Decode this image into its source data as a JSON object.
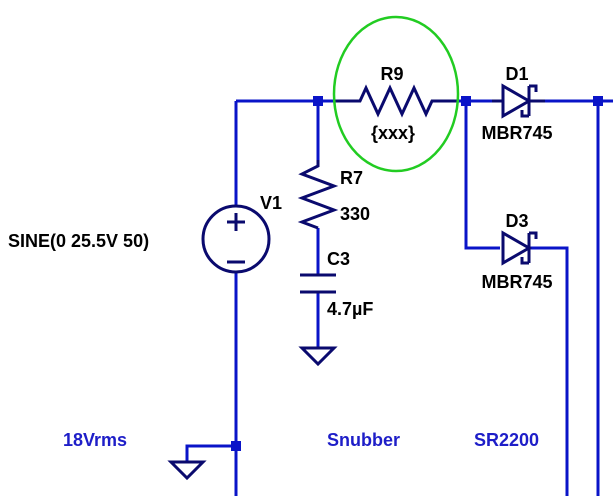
{
  "components": {
    "r9": {
      "ref": "R9",
      "value": "{xxx}"
    },
    "d1": {
      "ref": "D1",
      "value": "MBR745"
    },
    "d3": {
      "ref": "D3",
      "value": "MBR745"
    },
    "r7": {
      "ref": "R7",
      "value": "330"
    },
    "c3": {
      "ref": "C3",
      "value": "4.7µF"
    },
    "v1": {
      "ref": "V1",
      "value": "SINE(0 25.5V 50)"
    }
  },
  "annotations": {
    "vrms": "18Vrms",
    "snubber": "Snubber",
    "sr": "SR2200"
  },
  "colors": {
    "wire": "#0a14c8",
    "component": "#0a0a6e",
    "highlight": "#22cc22",
    "comment": "#1e1ec8"
  }
}
